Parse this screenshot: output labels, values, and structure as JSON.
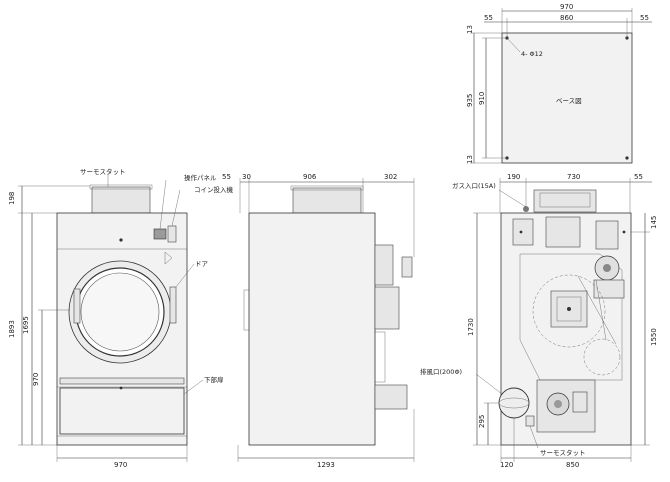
{
  "labels": {
    "thermostat_top": "サーモスタット",
    "control_panel": "操作パネル",
    "coin_slot": "コイン投入機",
    "door": "ドア",
    "lower_door": "下部扉",
    "gas_inlet": "ガス入口(15A)",
    "exhaust": "排風口(200Φ)",
    "thermostat_bottom": "サーモスタット",
    "base_plan": "ベース図",
    "base_holes": "4- Φ12"
  },
  "front_view": {
    "top_height": "198",
    "total_height": "1893",
    "door_height": "1695",
    "door_bottom": "970",
    "width": "970"
  },
  "side_view": {
    "left_offset": "30",
    "body_depth": "906",
    "rear_depth": "302",
    "front_offset": "55",
    "total_depth": "1293"
  },
  "rear_view": {
    "left_offset": "190",
    "middle": "730",
    "right_offset": "55",
    "top_right": "145",
    "left_height": "1730",
    "right_height": "1550",
    "exhaust_height": "295",
    "bottom_left": "120",
    "bottom_width": "850"
  },
  "base_view": {
    "total_width": "970",
    "left_margin": "55",
    "inner_width": "860",
    "right_margin": "55",
    "top_margin": "13",
    "depth": "935",
    "inner_depth": "910",
    "bottom_margin": "13"
  }
}
